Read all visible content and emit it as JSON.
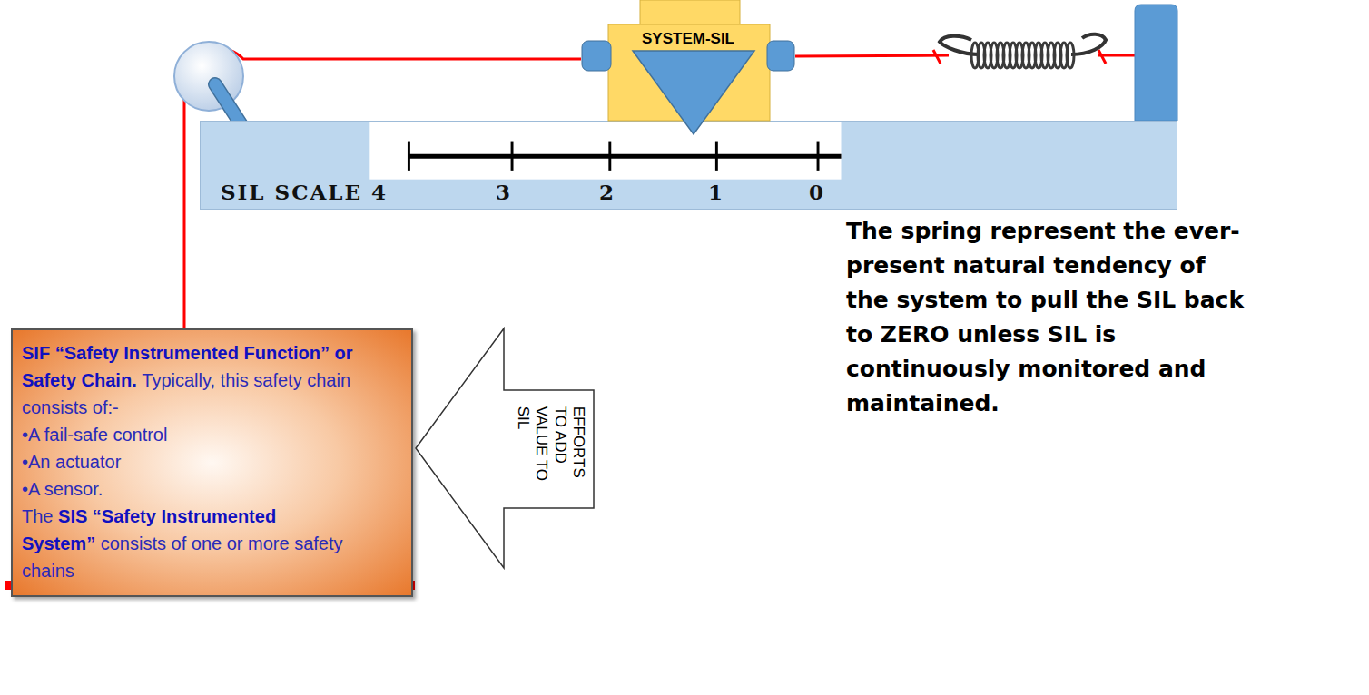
{
  "diagram": {
    "nodes": [
      {
        "text": [
          "SYSTEM-SIL"
        ]
      },
      {
        "text": [
          "SIL SCALE 4",
          "3",
          "2",
          "1",
          "0"
        ]
      },
      {
        "text": [
          "SIF “Safety Instrumented Function” or Safety Chain.",
          "Typically, this safety chain consists of:-",
          "•A fail-safe control",
          "•An actuator",
          "•A sensor.",
          "The",
          "SIS “Safety Instrumented System”",
          "consists of one or more safety chains"
        ]
      },
      {
        "text": [
          "EFFORTS TO ADD VALUE TO SIL"
        ]
      }
    ],
    "edges": [
      {
        "from": 2,
        "to": 0,
        "arrow": "none"
      }
    ],
    "labels": [
      "The spring represent the ever-present natural tendency of the system to pull the SIL back to ZERO unless SIL is continuously monitored and maintained."
    ]
  }
}
